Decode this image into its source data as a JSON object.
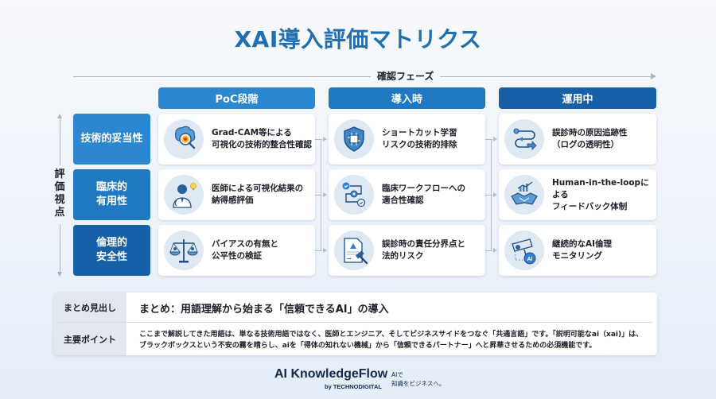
{
  "title": "XAI導入評価マトリクス",
  "phase_axis": {
    "label": "確認フェーズ"
  },
  "perspective_axis": {
    "label": "評\n価\n視\n点"
  },
  "columns": [
    {
      "label": "PoC段階",
      "color": "#2b88d0"
    },
    {
      "label": "導入時",
      "color": "#1f78c2"
    },
    {
      "label": "運用中",
      "color": "#1660a8"
    }
  ],
  "rows": [
    {
      "label": "技術的妥当性",
      "color": "#2b88d0",
      "cells": [
        {
          "icon": "brain-magnifier-icon",
          "text": "Grad-CAM等による\n可視化の技術的整合性確認"
        },
        {
          "icon": "shield-chip-icon",
          "text": "ショートカット学習\nリスクの技術的排除"
        },
        {
          "icon": "trace-flow-icon",
          "text": "誤診時の原因追跡性\n（ログの透明性）"
        }
      ]
    },
    {
      "label": "臨床的\n有用性",
      "color": "#2078c0",
      "cells": [
        {
          "icon": "doctor-lightbulb-icon",
          "text": "医師による可視化結果の\n納得感評価"
        },
        {
          "icon": "workflow-gear-icon",
          "text": "臨床ワークフローへの\n適合性確認"
        },
        {
          "icon": "handshake-chart-icon",
          "text": "Human-in-the-loopによる\nフィードバック体制"
        }
      ]
    },
    {
      "label": "倫理的\n安全性",
      "color": "#1660a8",
      "cells": [
        {
          "icon": "balance-scale-icon",
          "text": "バイアスの有無と\n公平性の検証"
        },
        {
          "icon": "document-gavel-icon",
          "text": "誤診時の責任分界点と\n法的リスク"
        },
        {
          "icon": "camera-ai-icon",
          "text": "継続的なAI倫理\nモニタリング"
        }
      ]
    }
  ],
  "summary": {
    "heading_label": "まとめ見出し",
    "heading_value": "まとめ：用語理解から始まる「信頼できるAI」の導入",
    "points_label": "主要ポイント",
    "points_value": "ここまで解説してきた用語は、単なる技術用語ではなく、医師とエンジニア、そしてビジネスサイドをつなぐ「共通言語」です。「説明可能なai（xai)」は、ブラックボックスという不安の霧を晴らし、aiを「得体の知れない機械」から「信頼できるパートナー」へと昇華させるための必須機能です。"
  },
  "footer": {
    "brand": "AI KnowledgeFlow",
    "by": "by TECHNODIGITAL",
    "tagline": "AIで\n知識をビジネスへ。"
  },
  "colors": {
    "title": "#1f6fb2",
    "accent_light": "#2b88d0",
    "accent_dark": "#1660a8"
  }
}
